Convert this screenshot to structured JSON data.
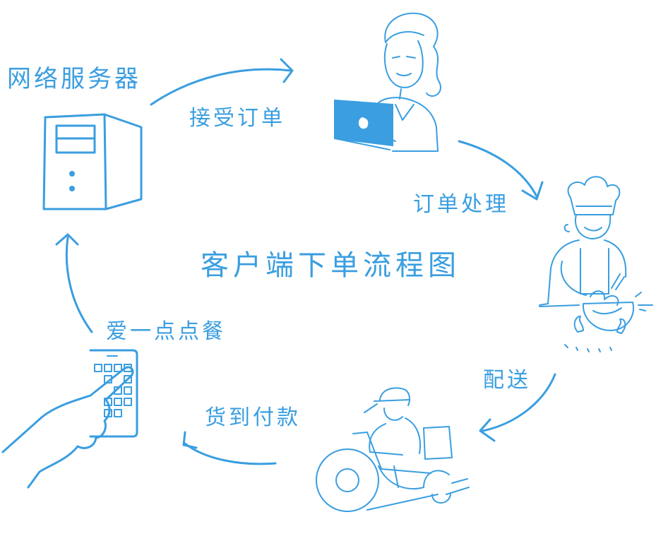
{
  "title": "客户端下单流程图",
  "colors": {
    "accent": "#3a9ee0",
    "laptop_screen": "#3a9ee0",
    "background": "#ffffff"
  },
  "nodes": {
    "server": {
      "label": "网络服务器",
      "icon": "server-tower-icon"
    },
    "customer_service": {
      "icon": "woman-with-laptop-illustration"
    },
    "kitchen": {
      "icon": "chef-cooking-illustration"
    },
    "courier": {
      "icon": "motorcycle-courier-illustration"
    },
    "customer": {
      "icon": "hand-tapping-phone-illustration"
    }
  },
  "edges": {
    "accept_order": "接受订单",
    "process_order": "订单处理",
    "delivery": "配送",
    "cash_on_delivery": "货到付款",
    "place_order": "爱一点点餐"
  }
}
